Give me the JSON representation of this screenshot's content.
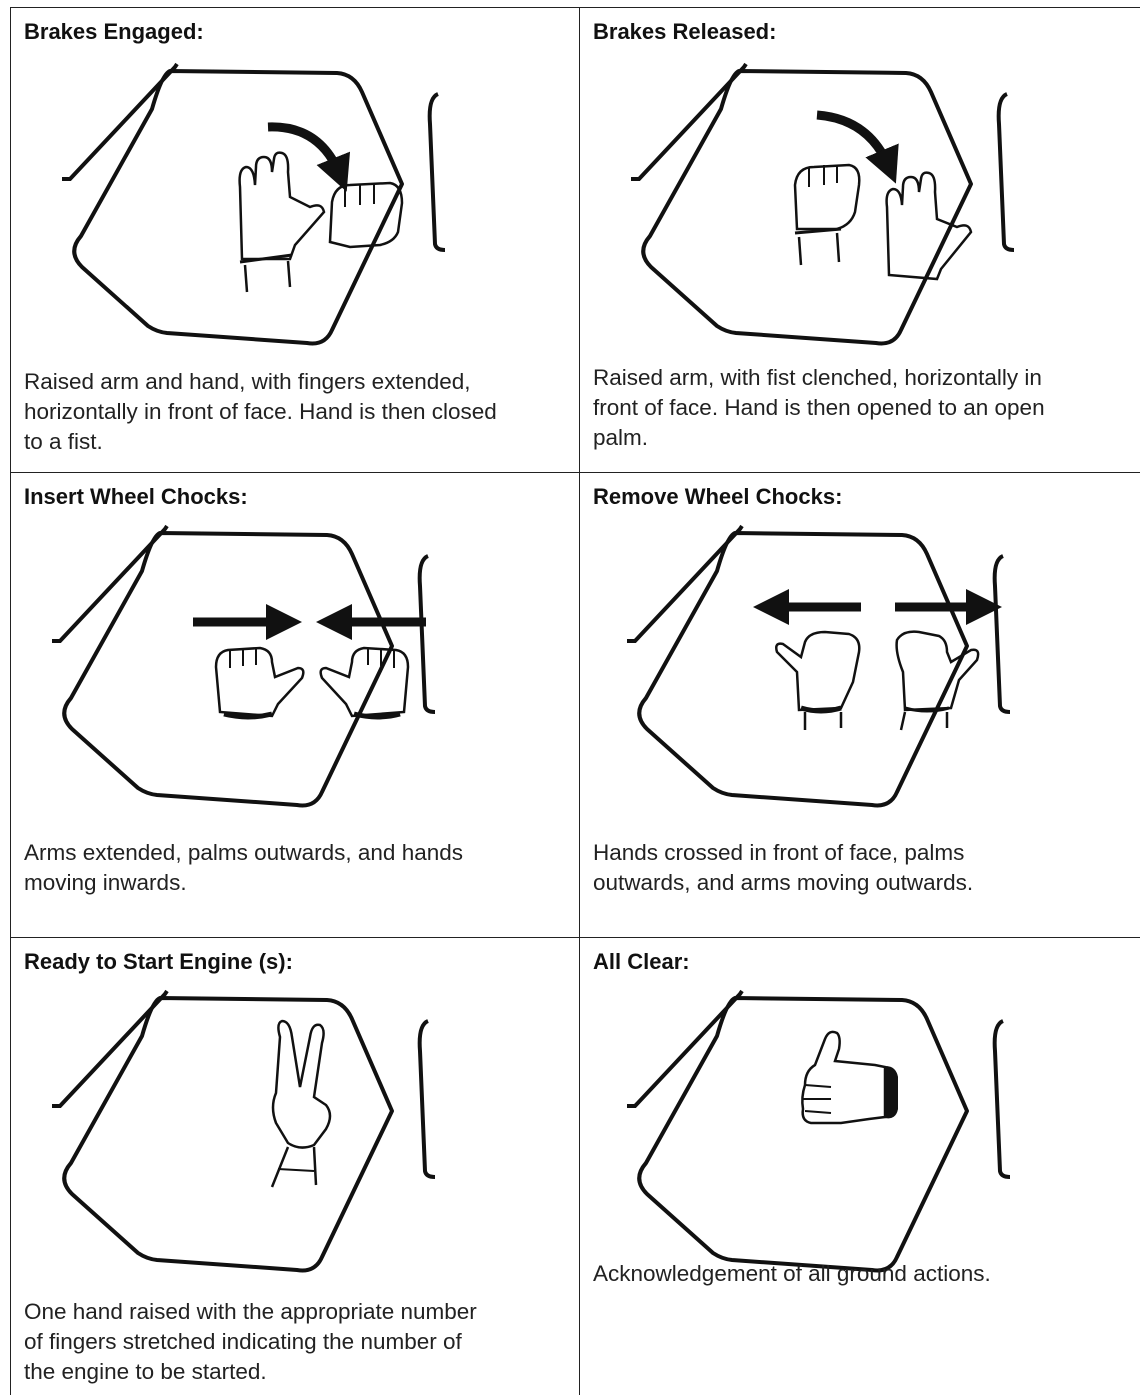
{
  "cells": [
    {
      "title": "Brakes Engaged:",
      "desc": [
        "Raised arm and hand, with fingers extended,",
        "horizontally in front of face. Hand is then closed",
        "to a fist."
      ],
      "icon": "brakes-engaged-illustration"
    },
    {
      "title": "Brakes Released:",
      "desc": [
        "Raised arm, with fist clenched, horizontally in",
        "front of face. Hand is then opened to an open",
        "palm."
      ],
      "icon": "brakes-released-illustration"
    },
    {
      "title": "Insert Wheel Chocks:",
      "desc": [
        "Arms extended, palms outwards, and hands",
        "moving inwards."
      ],
      "icon": "insert-wheel-chocks-illustration"
    },
    {
      "title": "Remove Wheel Chocks:",
      "desc": [
        "Hands crossed in front of face, palms",
        "outwards, and arms moving outwards."
      ],
      "icon": "remove-wheel-chocks-illustration"
    },
    {
      "title": "Ready to Start Engine (s):",
      "desc": [
        "One hand raised with the appropriate number",
        "of fingers stretched indicating the number of",
        "the engine to be started."
      ],
      "icon": "ready-to-start-engine-illustration"
    },
    {
      "title": "All Clear:",
      "desc": [
        "Acknowledgement of all ground actions."
      ],
      "icon": "all-clear-illustration"
    }
  ]
}
